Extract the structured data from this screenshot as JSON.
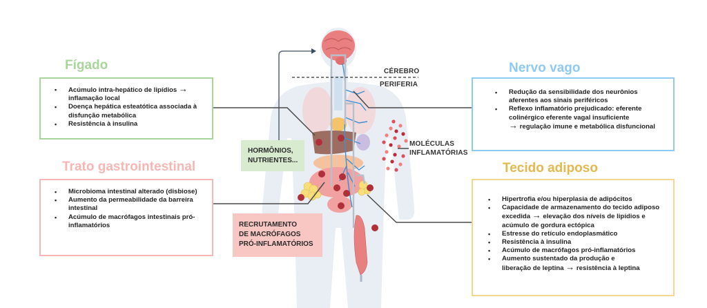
{
  "colors": {
    "liver_green": "#a8d59a",
    "gi_pink": "#f6b7b4",
    "vagus_blue": "#8fcaf2",
    "adipose_gold": "#e3b84f",
    "hormones_bg": "#d8ebcf",
    "macrophage_bg": "#f9c7c3",
    "body": "#e9edf4"
  },
  "liver": {
    "title": "Fígado",
    "items": [
      {
        "text": "Acúmulo intra-hepático de lipídios",
        "arrow": "→",
        "after": "inflamação local"
      },
      {
        "text": "Doença hepática esteatótica associada à disfunção metabólica"
      },
      {
        "text": "Resistência à insulina"
      }
    ]
  },
  "gi": {
    "title": "Trato gastrointestinal",
    "items": [
      {
        "text": "Microbioma intestinal alterado (disbiose)"
      },
      {
        "text": "Aumento da permeabilidade da barreira intestinal"
      },
      {
        "text": "Acúmulo de macrófagos intestinais pró-inflamatórios"
      }
    ]
  },
  "vagus": {
    "title": "Nervo vago",
    "items": [
      {
        "text": "Redução da sensibilidade dos neurônios aferentes aos sinais periféricos"
      },
      {
        "text": "Reflexo inflamatório prejudicado: eferente colinérgico eferente vagal insuficiente",
        "arrow": "→",
        "after": "regulação imune e metabólica disfuncional"
      }
    ]
  },
  "adipose": {
    "title": "Tecido adiposo",
    "items": [
      {
        "text": "Hipertrofia e/ou hiperplasia de adipócitos"
      },
      {
        "text": "Capacidade de armazenamento do tecido adiposo excedida",
        "arrow": "→",
        "after": "elevação dos níveis de lipídios e acúmulo de gordura ectópica"
      },
      {
        "text": "Estresse do retículo endoplasmático"
      },
      {
        "text": "Resistência à insulina"
      },
      {
        "text": "Acúmulo de macrófagos pró-inflamatórios"
      },
      {
        "text": "Aumento sustentado da produção e liberação de leptina",
        "arrow": "→",
        "after": "resistência à leptina"
      }
    ]
  },
  "center": {
    "brain_label": "CÉREBRO",
    "periphery_label": "PERIFERIA",
    "hormones_label_1": "HORMÔNIOS,",
    "hormones_label_2": "NUTRIENTES...",
    "molecules_label_1": "MOLÉCULAS",
    "molecules_label_2": "INFLAMATÓRIAS",
    "macrophage_label_1": "RECRUTAMENTO",
    "macrophage_label_2": "DE MACRÓFAGOS",
    "macrophage_label_3": "PRÓ-INFLAMATÓRIOS"
  }
}
